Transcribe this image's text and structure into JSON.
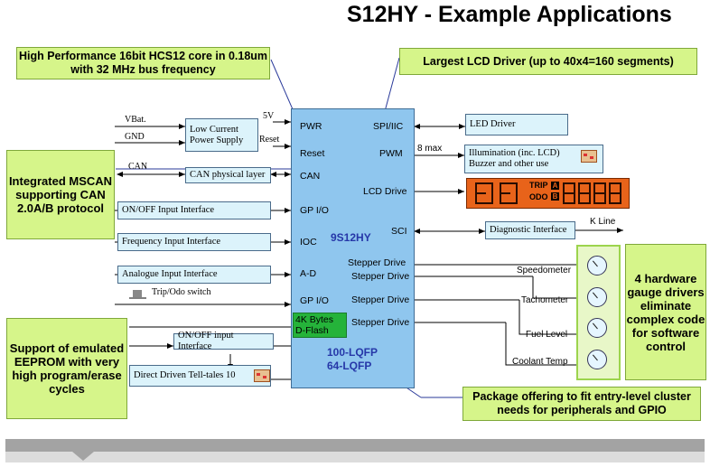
{
  "title": "S12HY - Example Applications",
  "callouts": {
    "core": "High Performance 16bit HCS12 core in 0.18um with 32 MHz bus frequency",
    "lcd": "Largest LCD Driver (up to 40x4=160 segments)",
    "mscan": "Integrated MSCAN supporting CAN 2.0A/B protocol",
    "eeprom": "Support of emulated EEPROM with very high program/erase cycles",
    "gauge": "4 hardware gauge drivers eliminate complex code for software control",
    "package": "Package offering to fit entry-level cluster needs for peripherals and GPIO"
  },
  "left_signals": {
    "vbat": "VBat.",
    "gnd": "GND",
    "can": "CAN",
    "v5": "5V",
    "reset": "Reset",
    "trip_switch": "Trip/Odo switch"
  },
  "left_boxes": {
    "power_supply": "Low Current Power Supply",
    "can_layer": "CAN physical layer",
    "onoff": "ON/OFF  Input Interface",
    "freq": "Frequency Input Interface",
    "analog": "Analogue  Input Interface",
    "onoff2": "ON/OFF  input Interface",
    "telltales": "Direct Driven Tell-tales 10"
  },
  "chip": {
    "name": "9S12HY",
    "flash": "4K Bytes D-Flash",
    "package_lines": [
      "100-LQFP",
      "64-LQFP"
    ],
    "pins_left": [
      "PWR",
      "Reset",
      "CAN",
      "GP I/O",
      "IOC",
      "A-D",
      "GP I/O"
    ],
    "pins_right": [
      "SPI/IIC",
      "PWM",
      "LCD Drive",
      "SCI",
      "Stepper Drive",
      "Stepper Drive",
      "Stepper Drive",
      "Stepper Drive"
    ]
  },
  "right_boxes": {
    "led": "LED Driver",
    "illum": "Illumination (inc. LCD) Buzzer and other use",
    "diag": "Diagnostic Interface"
  },
  "right_signals": {
    "pwm_max": "8 max",
    "kline": "K Line"
  },
  "lcd_display": {
    "trip": "TRIP",
    "odo": "ODO",
    "a": "A",
    "b": "B"
  },
  "gauges": [
    "Speedometer",
    "Tachometer",
    "Fuel Level",
    "Coolant Temp"
  ]
}
